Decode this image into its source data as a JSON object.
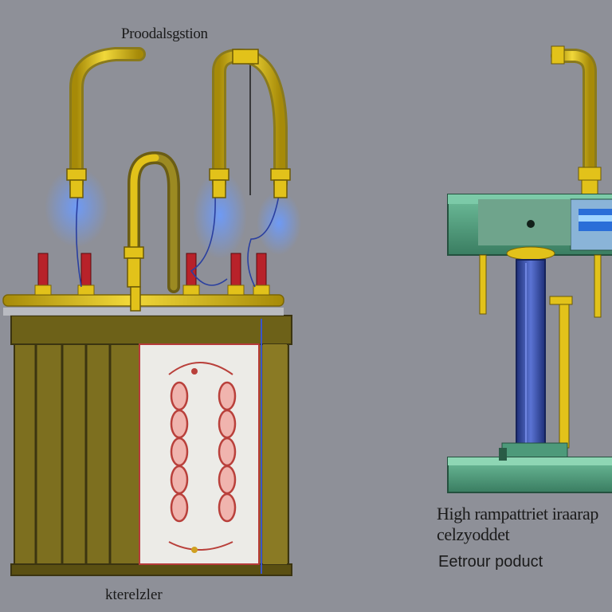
{
  "labels": {
    "top": "Proodalsgstion",
    "bottom": "kterelzler",
    "right_line1": "High rampattriet iraarap",
    "right_line2": "celzyoddet",
    "right_line3": "Eetrour poduct"
  },
  "colors": {
    "background": "#8e9098",
    "brass": "#e2c21a",
    "brass_dark": "#a68a08",
    "tank_wall": "#8a7a24",
    "tank_inner": "#e9e8e4",
    "electrode_red": "#c84a45",
    "column_teal": "#4d9a7a",
    "column_blue": "#3a4fa8",
    "glow_blue": "#5a8cf0",
    "terminal_red": "#b8222a"
  }
}
